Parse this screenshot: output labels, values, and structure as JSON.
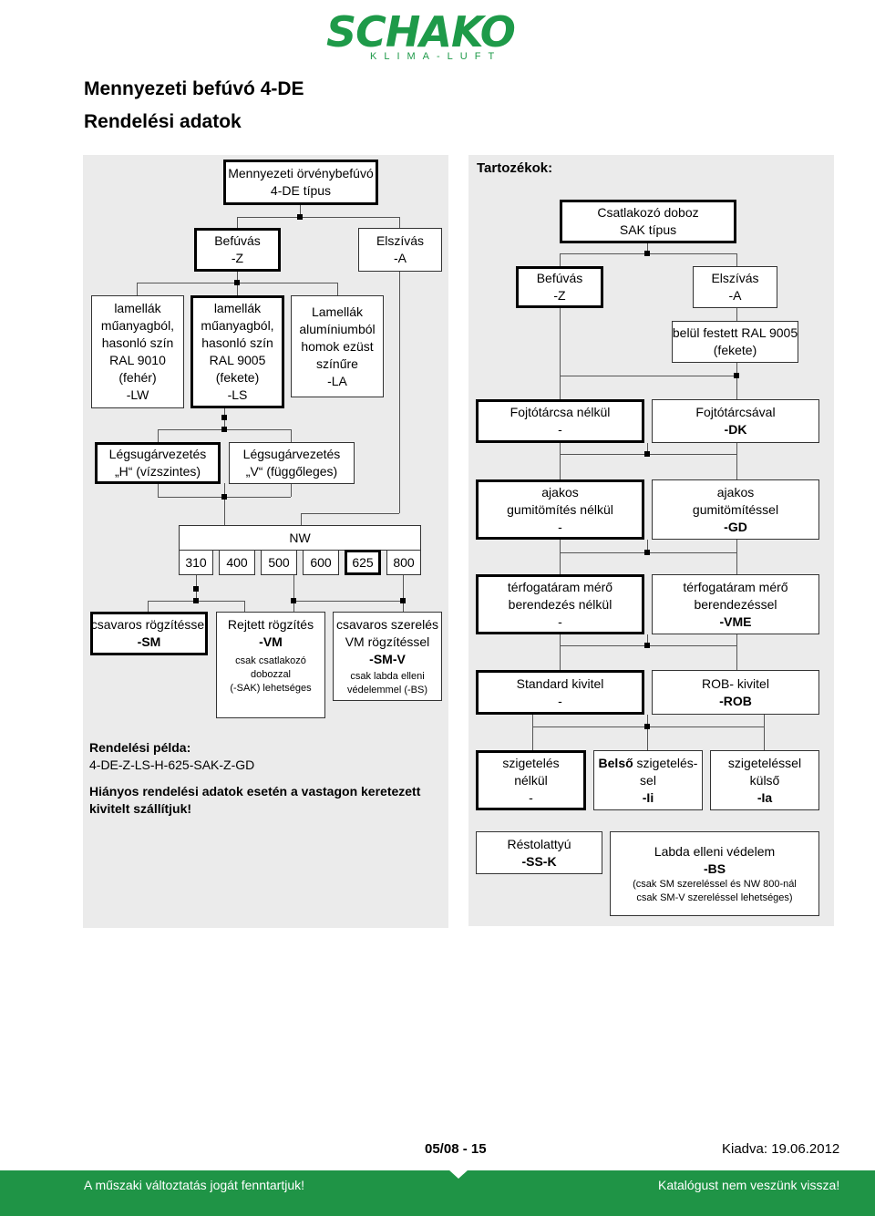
{
  "brand": {
    "logo": "SCHAKO",
    "tagline": "KLIMA-LUFT",
    "color": "#1e9a49"
  },
  "title": {
    "line1": "Mennyezeti befúvó 4-DE",
    "line2": "Rendelési adatok"
  },
  "left": {
    "root": [
      "Mennyezeti örvénybefúvó",
      "4-DE típus"
    ],
    "supply": [
      "Befúvás",
      "-Z"
    ],
    "exhaust": [
      "Elszívás",
      "-A"
    ],
    "lw": [
      "lamellák",
      "műanyagból,",
      "hasonló szín",
      "RAL 9010",
      "(fehér)",
      "-LW"
    ],
    "ls": [
      "lamellák",
      "műanyagból,",
      "hasonló szín",
      "RAL 9005",
      "(fekete)",
      "-LS"
    ],
    "la": [
      "Lamellák",
      "alumíniumból",
      "homok ezüst",
      "színűre",
      "-LA"
    ],
    "h": [
      "Légsugárvezetés",
      "„H“ (vízszintes)"
    ],
    "v": [
      "Légsugárvezetés",
      "„V“ (függőleges)"
    ],
    "nw_label": "NW",
    "nw_sizes": [
      "310",
      "400",
      "500",
      "600",
      "625",
      "800"
    ],
    "sm": [
      "csavaros rögzítéssel",
      "-SM"
    ],
    "vm": [
      "Rejtett rögzítés",
      "-VM",
      "csak csatlakozó",
      "dobozzal",
      "(-SAK) lehetséges"
    ],
    "smv": [
      "csavaros szerelés",
      "VM rögzítéssel",
      "-SM-V",
      "csak labda elleni",
      "védelemmel (-BS)"
    ],
    "example_label": "Rendelési példa:",
    "example_code": "4-DE-Z-LS-H-625-SAK-Z-GD",
    "note": [
      "Hiányos rendelési adatok esetén a vastagon keretezett",
      "kivitelt szállítjuk!"
    ]
  },
  "right": {
    "heading": "Tartozékok:",
    "sak": [
      "Csatlakozó doboz",
      "SAK típus"
    ],
    "supply": [
      "Befúvás",
      "-Z"
    ],
    "exhaust": [
      "Elszívás",
      "-A"
    ],
    "painted": [
      "belül festett RAL 9005",
      "(fekete)"
    ],
    "no_damper": [
      "Fojtótárcsa nélkül",
      "-"
    ],
    "damper": [
      "Fojtótárcsával",
      "-DK"
    ],
    "no_gasket": [
      "ajakos",
      "gumitömítés nélkül",
      "-"
    ],
    "gasket": [
      "ajakos",
      "gumitömítéssel",
      "-GD"
    ],
    "no_meter": [
      "térfogatáram mérő",
      "berendezés nélkül",
      "-"
    ],
    "meter": [
      "térfogatáram mérő",
      "berendezéssel",
      "-VME"
    ],
    "standard": [
      "Standard kivitel",
      "-"
    ],
    "rob": [
      "ROB- kivitel",
      "-ROB"
    ],
    "no_insul": [
      "szigetelés",
      "nélkül",
      "-"
    ],
    "insul_in_a": "Belső",
    "insul_in_b": " szigetelés-",
    "insul_in_c": "sel",
    "insul_in_d": "-Ii",
    "insul_out": [
      "szigeteléssel",
      "külső",
      "-Ia"
    ],
    "ssk": [
      "Réstolattyú",
      "-SS-K"
    ],
    "bs": [
      "Labda elleni védelem",
      "-BS",
      "(csak SM szereléssel és NW 800-nál",
      "csak SM-V szereléssel lehetséges)"
    ]
  },
  "footer": {
    "page": "05/08 - 15",
    "issued": "Kiadva: 19.06.2012",
    "left_note": "A műszaki változtatás jogát fenntartjuk!",
    "right_note": "Katalógust nem veszünk vissza!",
    "bar_color": "#1f9446"
  }
}
